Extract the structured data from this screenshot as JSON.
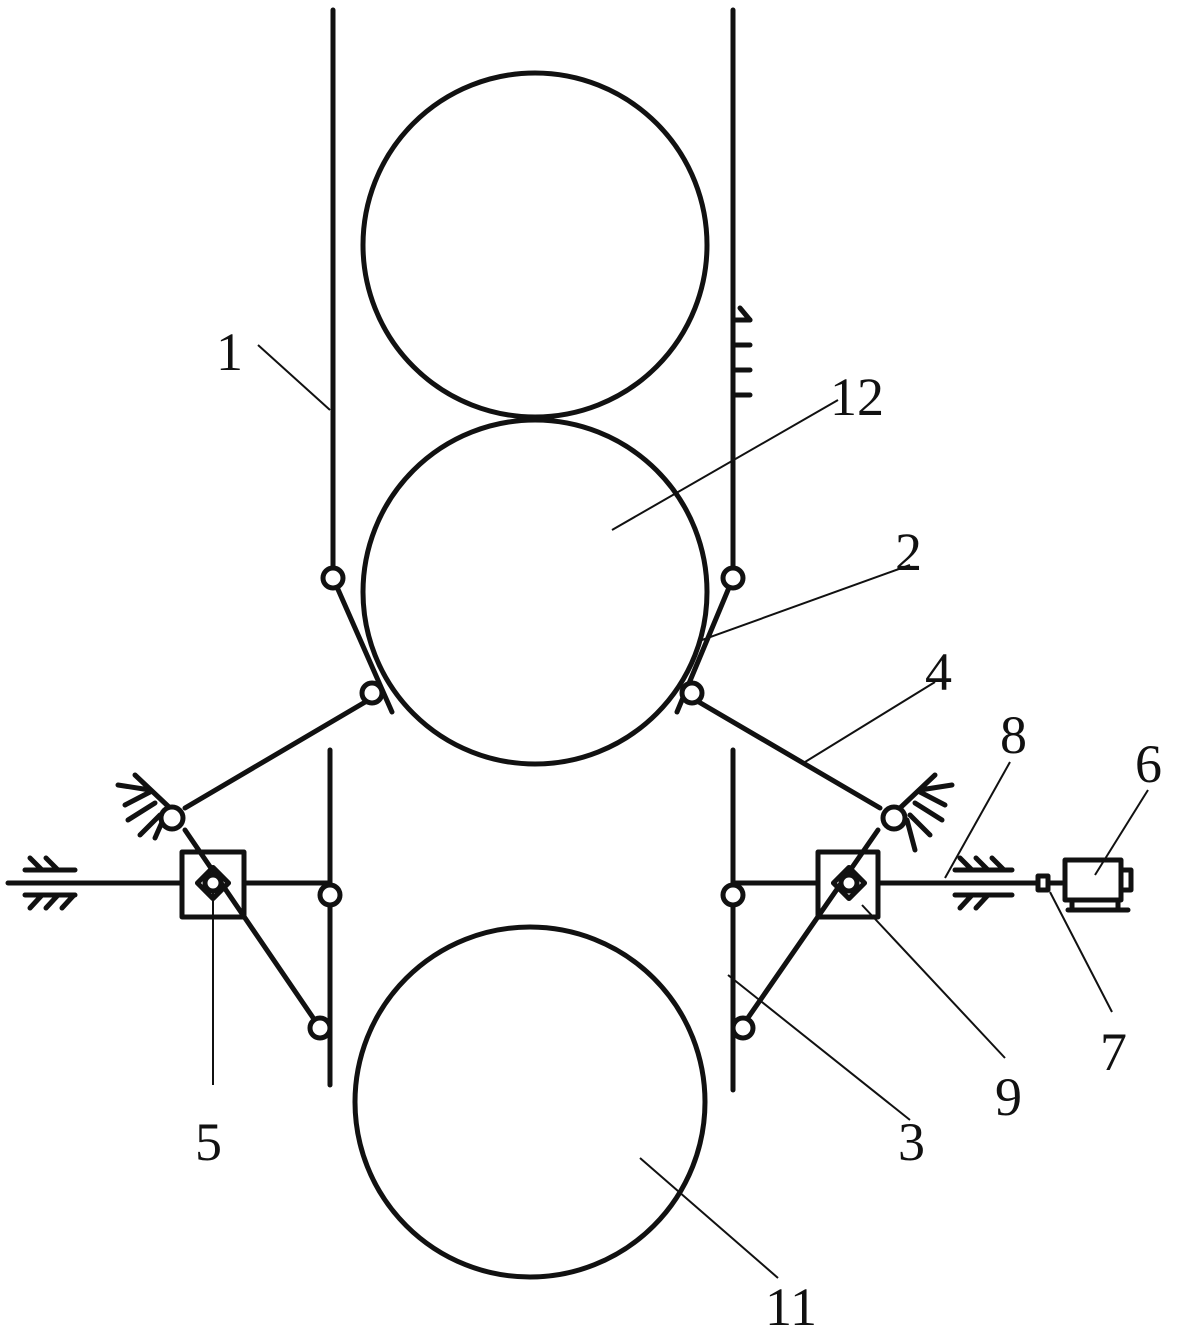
{
  "diagram": {
    "labels": {
      "l1": "1",
      "l2": "2",
      "l3": "3",
      "l4": "4",
      "l5": "5",
      "l6": "6",
      "l7": "7",
      "l8": "8",
      "l9": "9",
      "l11": "11",
      "l12": "12"
    }
  }
}
